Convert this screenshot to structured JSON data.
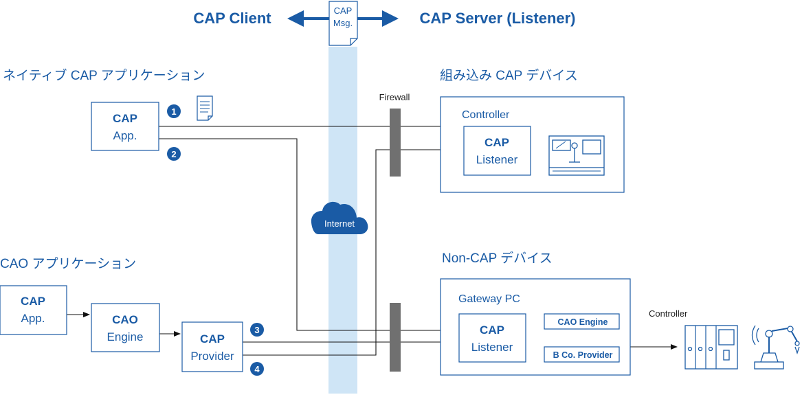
{
  "header": {
    "client": "CAP Client",
    "server": "CAP Server (Listener)",
    "msg_line1": "CAP",
    "msg_line2": "Msg."
  },
  "sections": {
    "native_app": "ネイティブ CAP アプリケーション",
    "embedded": "組み込み CAP デバイス",
    "cao_app": "CAO アプリケーション",
    "non_cap": "Non-CAP デバイス"
  },
  "boxes": {
    "native_cap": "CAP",
    "native_app": "App.",
    "controller": "Controller",
    "listener_cap": "CAP",
    "listener": "Listener",
    "cao_cap": "CAP",
    "cao_app": "App.",
    "cao": "CAO",
    "engine": "Engine",
    "provider_cap": "CAP",
    "provider": "Provider",
    "gateway": "Gateway PC",
    "gw_cap": "CAP",
    "gw_listener": "Listener",
    "cao_engine": "CAO  Engine",
    "bco_provider": "B Co.  Provider",
    "controller2": "Controller"
  },
  "labels": {
    "firewall": "Firewall",
    "internet": "Internet"
  },
  "steps": [
    "1",
    "2",
    "3",
    "4"
  ],
  "colors": {
    "brand": "#1a5ba5",
    "internet_band": "#cfe5f6",
    "firewall": "#707070"
  }
}
